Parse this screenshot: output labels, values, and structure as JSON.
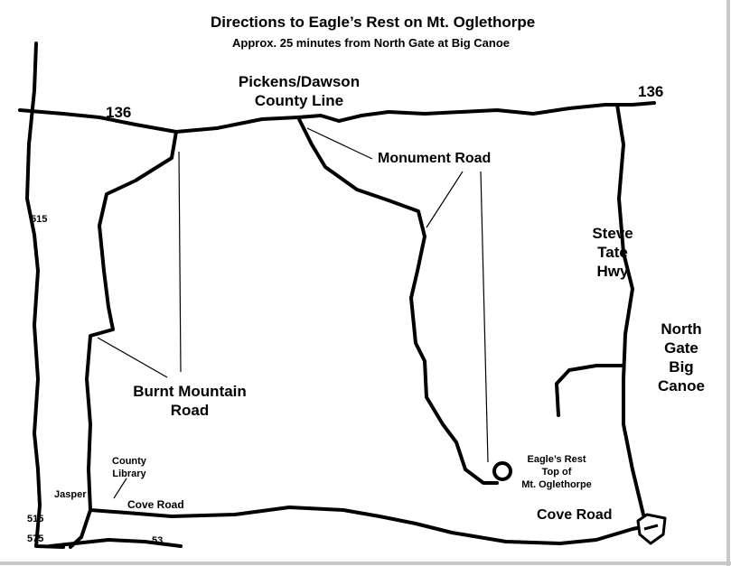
{
  "title": "Directions to Eagle’s Rest on Mt. Oglethorpe",
  "subtitle": "Approx. 25 minutes from North Gate at Big Canoe",
  "labels": {
    "route_136_left": "136",
    "route_136_right": "136",
    "county_line": [
      "Pickens/Dawson",
      "County Line"
    ],
    "monument_road": "Monument Road",
    "steve_tate_hwy": [
      "Steve",
      "Tate",
      "Hwy"
    ],
    "north_gate": [
      "North",
      "Gate",
      "Big",
      "Canoe"
    ],
    "burnt_mountain_road": [
      "Burnt Mountain",
      "Road"
    ],
    "county_library": [
      "County",
      "Library"
    ],
    "jasper": "Jasper",
    "cove_road_left": "Cove Road",
    "cove_road_right": "Cove Road",
    "eagles_rest": [
      "Eagle’s Rest",
      "Top of",
      "Mt. Oglethorpe"
    ],
    "route_515_upper": "515",
    "route_515_lower": "515",
    "route_575": "575",
    "route_53": "53"
  },
  "colors": {
    "ink": "#000000",
    "background": "#ffffff",
    "frame_shadow": "#c8c8c8"
  }
}
